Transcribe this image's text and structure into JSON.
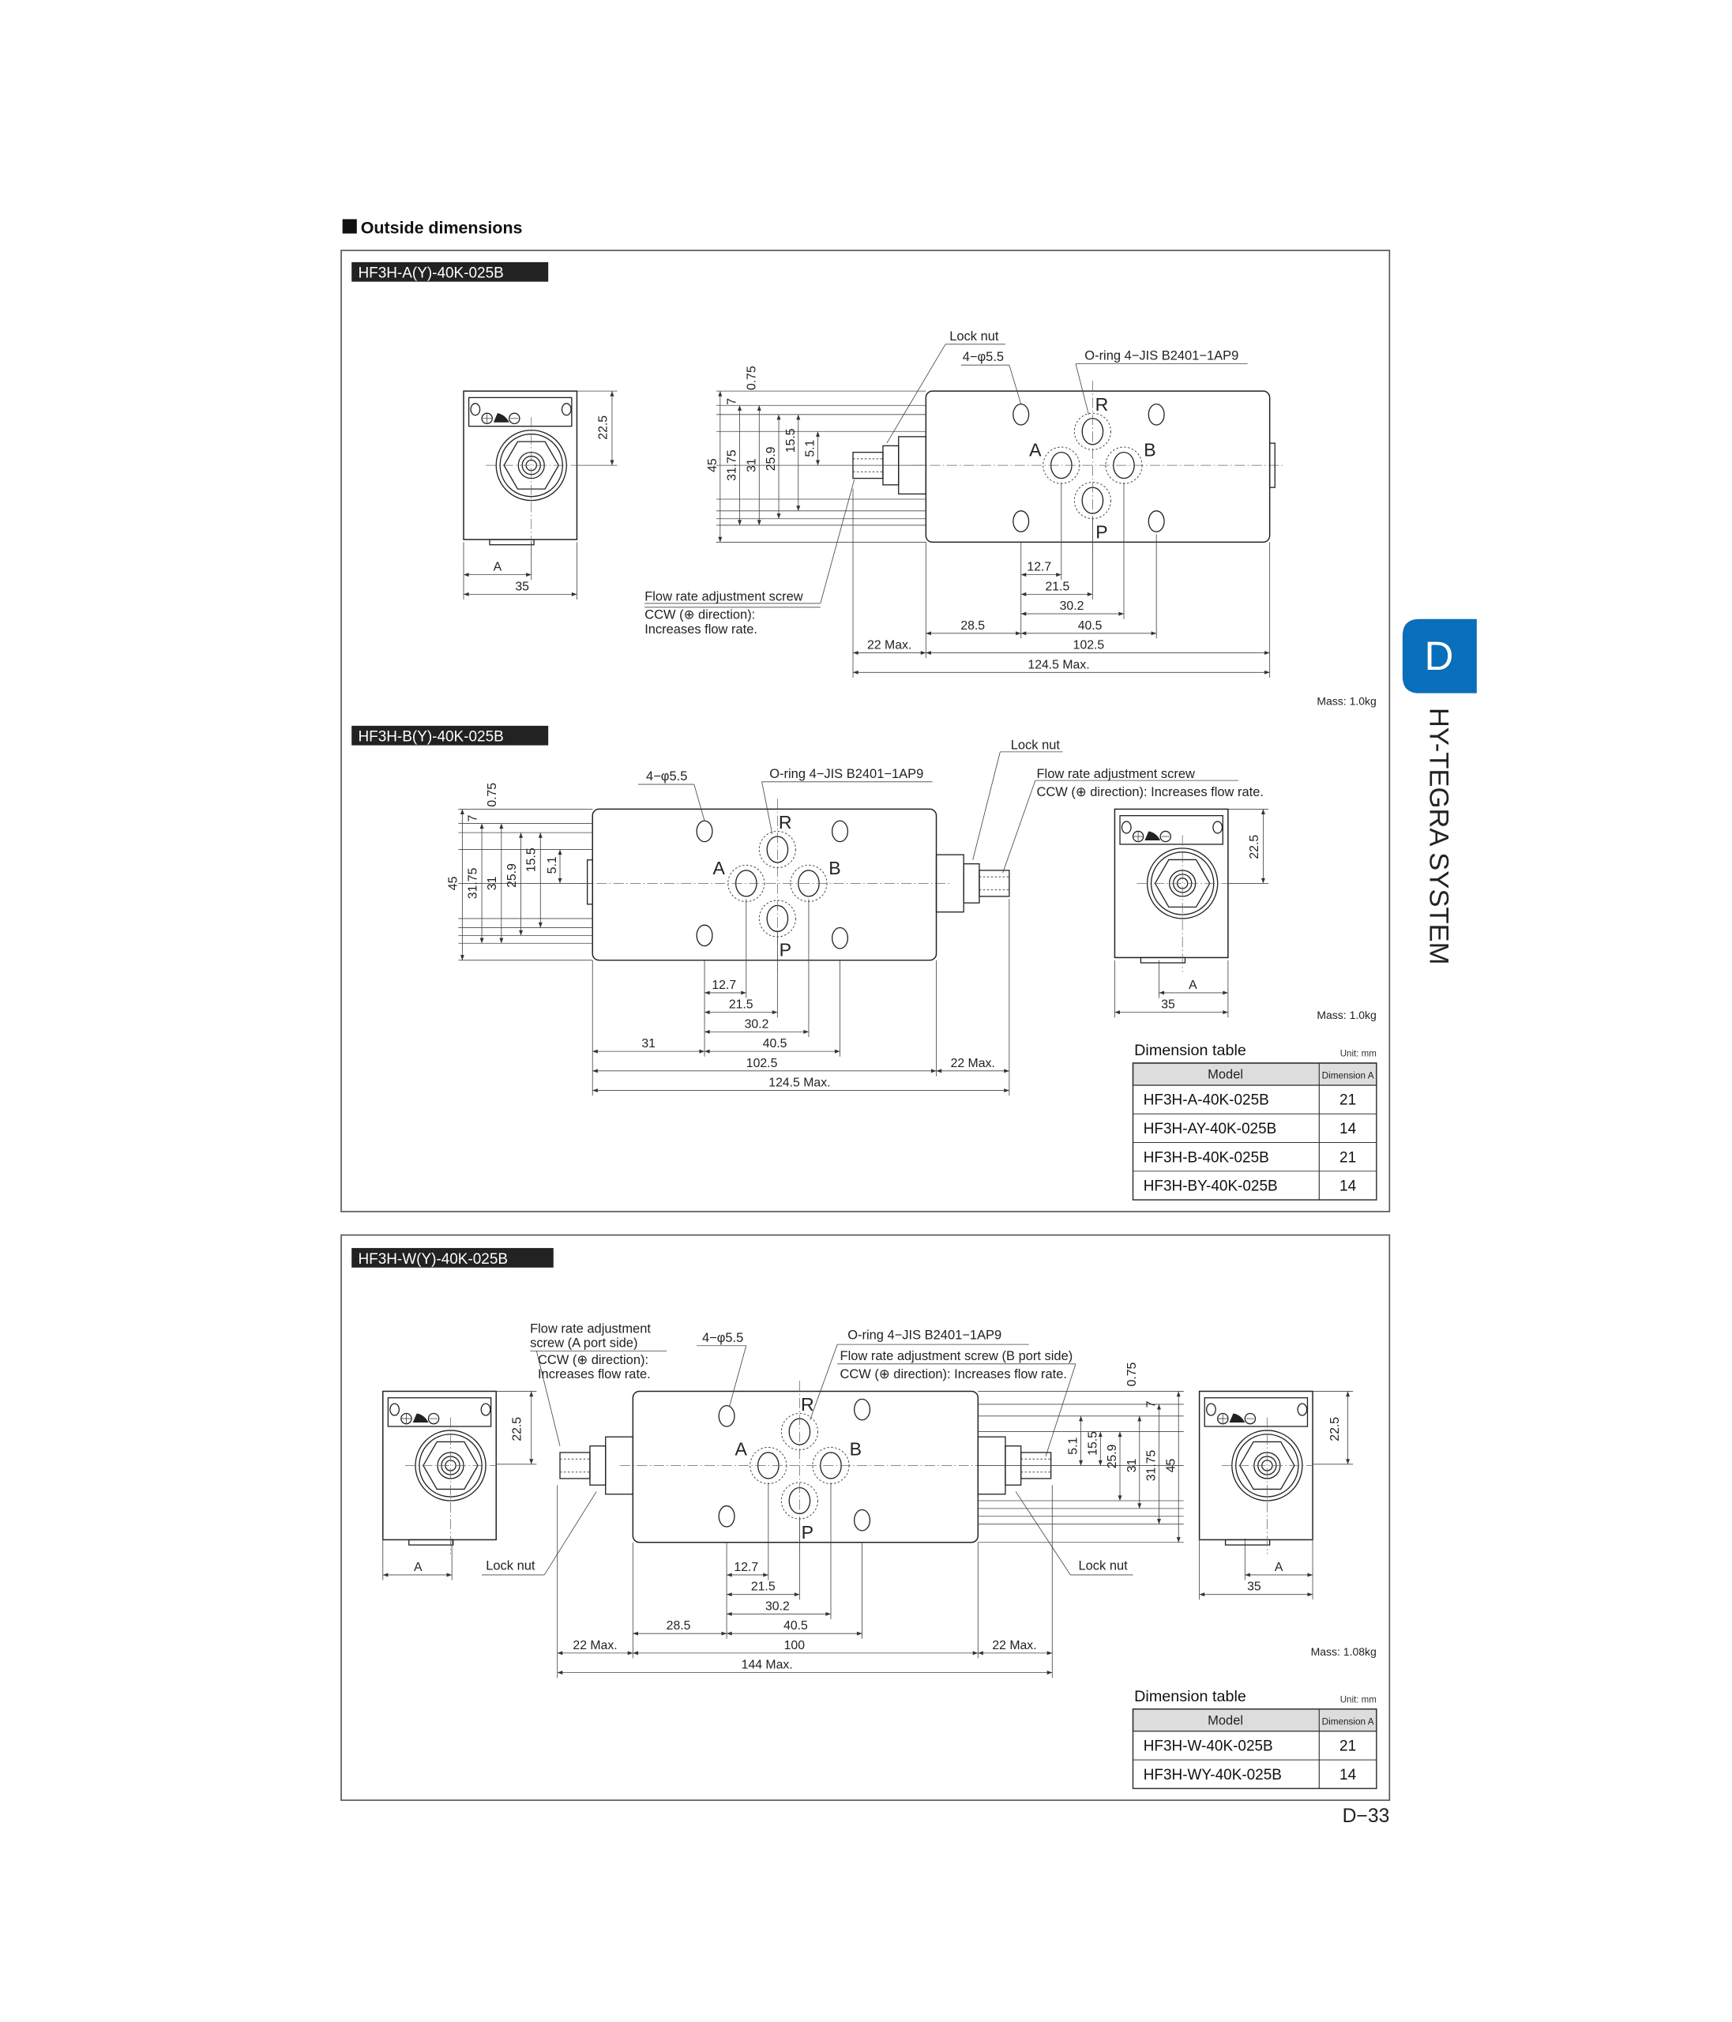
{
  "page": {
    "section_heading": "Outside dimensions",
    "page_number": "D−33",
    "tab_letter": "D",
    "tab_title": "HY-TEGRA SYSTEM",
    "tab_color": "#0a6fba"
  },
  "drawing_a": {
    "title": "HF3H-A(Y)-40K-025B",
    "ports": [
      "R",
      "A",
      "B",
      "P"
    ],
    "callouts": {
      "lock_nut": "Lock nut",
      "holes": "4−φ5.5",
      "oring": "O-ring 4−JIS B2401−1AP9",
      "screw": "Flow rate adjustment screw",
      "ccw": "CCW (⊕ direction):",
      "increase": "Increases flow rate."
    },
    "dims": [
      "22.5",
      "A",
      "35",
      "0.75",
      "7",
      "15.5",
      "5.1",
      "45",
      "31.75",
      "31",
      "25.9",
      "12.7",
      "21.5",
      "30.2",
      "28.5",
      "40.5",
      "22 Max.",
      "102.5",
      "124.5 Max."
    ],
    "mass": "Mass: 1.0kg"
  },
  "drawing_b": {
    "title": "HF3H-B(Y)-40K-025B",
    "ports": [
      "R",
      "A",
      "B",
      "P"
    ],
    "callouts": {
      "holes": "4−φ5.5",
      "oring": "O-ring 4−JIS B2401−1AP9",
      "lock_nut": "Lock nut",
      "screw": "Flow rate adjustment screw",
      "ccw": "CCW (⊕ direction): Increases flow rate."
    },
    "dims": [
      "0.75",
      "7",
      "45",
      "31.75",
      "31",
      "25.9",
      "15.5",
      "5.1",
      "12.7",
      "21.5",
      "30.2",
      "31",
      "40.5",
      "102.5",
      "22 Max.",
      "124.5 Max.",
      "22.5",
      "A",
      "35"
    ],
    "mass": "Mass: 1.0kg"
  },
  "table_ab": {
    "title": "Dimension table",
    "unit": "Unit: mm",
    "headers": [
      "Model",
      "Dimension A"
    ],
    "rows": [
      [
        "HF3H-A-40K-025B",
        "21"
      ],
      [
        "HF3H-AY-40K-025B",
        "14"
      ],
      [
        "HF3H-B-40K-025B",
        "21"
      ],
      [
        "HF3H-BY-40K-025B",
        "14"
      ]
    ]
  },
  "drawing_w": {
    "title": "HF3H-W(Y)-40K-025B",
    "ports": [
      "R",
      "A",
      "B",
      "P"
    ],
    "callouts": {
      "screw_a_1": "Flow rate adjustment",
      "screw_a_2": "screw (A port side)",
      "ccw_a": "CCW (⊕ direction):",
      "increase_a": "Increases flow rate.",
      "holes": "4−φ5.5",
      "oring": "O-ring 4−JIS B2401−1AP9",
      "screw_b": "Flow rate adjustment screw (B port side)",
      "ccw_b": "CCW (⊕ direction): Increases flow rate.",
      "lock_nut_left": "Lock nut",
      "lock_nut_right": "Lock nut"
    },
    "dims": [
      "22.5",
      "A",
      "0.75",
      "7",
      "5.1",
      "15.5",
      "25.9",
      "31",
      "31.75",
      "45",
      "12.7",
      "21.5",
      "30.2",
      "28.5",
      "40.5",
      "22 Max.",
      "100",
      "22 Max.",
      "144 Max.",
      "22.5",
      "A",
      "35"
    ],
    "mass": "Mass: 1.08kg"
  },
  "table_w": {
    "title": "Dimension table",
    "unit": "Unit: mm",
    "headers": [
      "Model",
      "Dimension A"
    ],
    "rows": [
      [
        "HF3H-W-40K-025B",
        "21"
      ],
      [
        "HF3H-WY-40K-025B",
        "14"
      ]
    ]
  }
}
